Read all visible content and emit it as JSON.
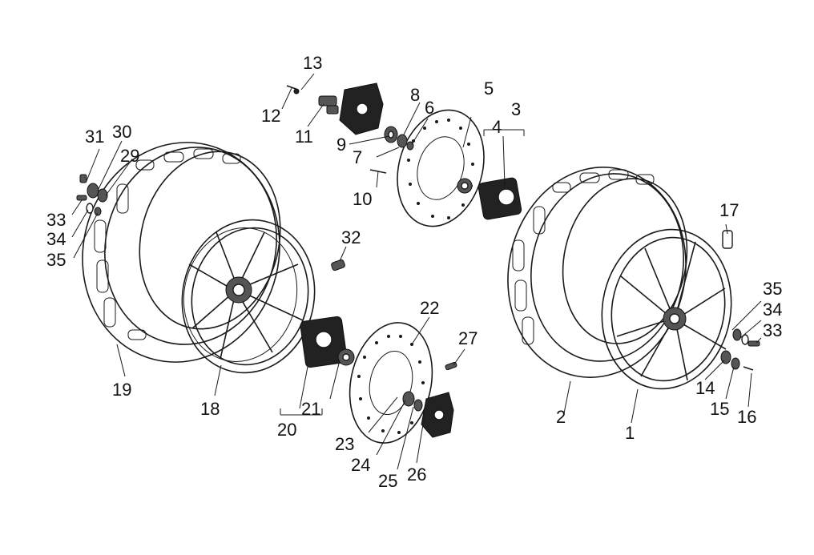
{
  "callouts": [
    {
      "id": "c1",
      "text": "1"
    },
    {
      "id": "c2",
      "text": "2"
    },
    {
      "id": "c3",
      "text": "3"
    },
    {
      "id": "c4",
      "text": "4"
    },
    {
      "id": "c5",
      "text": "5"
    },
    {
      "id": "c6",
      "text": "6"
    },
    {
      "id": "c7",
      "text": "7"
    },
    {
      "id": "c8",
      "text": "8"
    },
    {
      "id": "c9",
      "text": "9"
    },
    {
      "id": "c10",
      "text": "10"
    },
    {
      "id": "c11",
      "text": "11"
    },
    {
      "id": "c12",
      "text": "12"
    },
    {
      "id": "c13",
      "text": "13"
    },
    {
      "id": "c14",
      "text": "14"
    },
    {
      "id": "c15",
      "text": "15"
    },
    {
      "id": "c16",
      "text": "16"
    },
    {
      "id": "c17",
      "text": "17"
    },
    {
      "id": "c18",
      "text": "18"
    },
    {
      "id": "c19",
      "text": "19"
    },
    {
      "id": "c20",
      "text": "20"
    },
    {
      "id": "c21",
      "text": "21"
    },
    {
      "id": "c22",
      "text": "22"
    },
    {
      "id": "c23",
      "text": "23"
    },
    {
      "id": "c24",
      "text": "24"
    },
    {
      "id": "c25",
      "text": "25"
    },
    {
      "id": "c26",
      "text": "26"
    },
    {
      "id": "c27",
      "text": "27"
    },
    {
      "id": "c29",
      "text": "29"
    },
    {
      "id": "c30",
      "text": "30"
    },
    {
      "id": "c31",
      "text": "31"
    },
    {
      "id": "c32",
      "text": "32"
    },
    {
      "id": "c33a",
      "text": "33"
    },
    {
      "id": "c34a",
      "text": "34"
    },
    {
      "id": "c35a",
      "text": "35"
    },
    {
      "id": "c33b",
      "text": "33"
    },
    {
      "id": "c34b",
      "text": "34"
    },
    {
      "id": "c35b",
      "text": "35"
    }
  ]
}
